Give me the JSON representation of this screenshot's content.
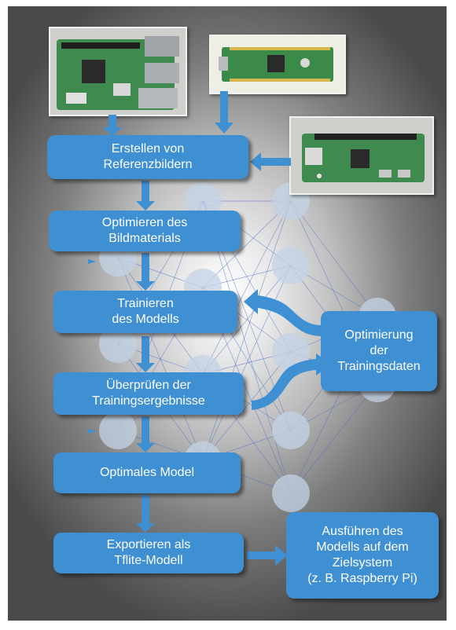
{
  "steps": {
    "step1": "Erstellen von\nReferenzbildern",
    "step2": "Optimieren des\nBildmaterials",
    "step3": "Trainieren\ndes Modells",
    "step4": "Überprüfen der\nTrainingsergebnisse",
    "step5": "Optimales Model",
    "step6": "Exportieren als\nTflite-Modell"
  },
  "side": {
    "optimization": "Optimierung\nder\nTrainingsdaten",
    "execute": "Ausführen des\nModells auf dem\nZielsystem\n(z. B. Raspberry Pi)"
  },
  "photos": [
    {
      "name": "raspberry-pi-board"
    },
    {
      "name": "raspberry-pi-pico"
    },
    {
      "name": "raspberry-pi-zero"
    }
  ],
  "colors": {
    "box": "#3f8fd3",
    "arrow": "#3f8fd3",
    "network_line": "#4a72c4",
    "node": "#c3d3e6"
  }
}
